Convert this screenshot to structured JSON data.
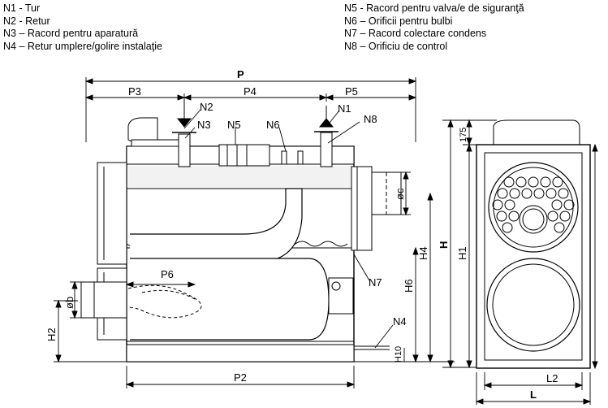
{
  "legend": {
    "left": [
      "N1 - Tur",
      "N2 - Retur",
      "N3 – Racord pentru aparatură",
      "N4 – Retur umplere/golire instalaţie"
    ],
    "right": [
      "N5 - Racord pentru valva/e de siguranţă",
      "N6 – Orificii pentru bulbi",
      "N7 – Racord colectare condens",
      "N8 – Orificiu de control"
    ]
  },
  "labels": {
    "P": "P",
    "P3": "P3",
    "P4": "P4",
    "P5": "P5",
    "P6": "P6",
    "P2": "P2",
    "N1": "N1",
    "N2": "N2",
    "N3": "N3",
    "N4": "N4",
    "N5": "N5",
    "N6": "N6",
    "N7": "N7",
    "N8": "N8",
    "H": "H",
    "H1": "H1",
    "H2": "H2",
    "H4": "H4",
    "H6": "H6",
    "H10": "H10",
    "c": "øc",
    "b": "øb",
    "d175": "175",
    "L": "L",
    "L2": "L2"
  },
  "colors": {
    "line": "#000000",
    "fill_light": "#ececec",
    "fill_mid": "#d9d9d9"
  }
}
